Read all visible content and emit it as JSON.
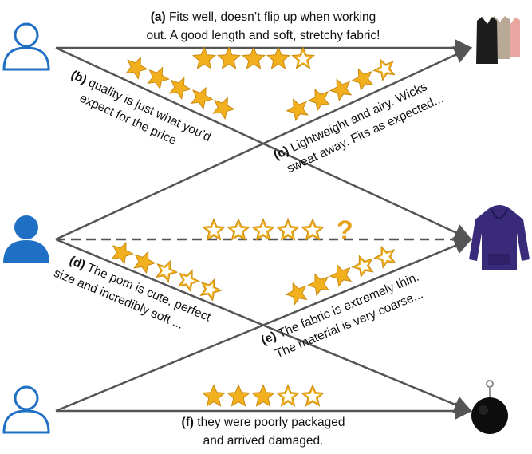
{
  "users": [
    {
      "id": "user-top",
      "style": "outline",
      "color": "#1f6fc4"
    },
    {
      "id": "user-middle",
      "style": "filled",
      "color": "#1f6fc4"
    },
    {
      "id": "user-bottom",
      "style": "outline",
      "color": "#1f6fc4"
    }
  ],
  "items": [
    {
      "id": "item-tank-tops",
      "icon": "tank-tops-product-icon"
    },
    {
      "id": "item-hoodie",
      "icon": "purple-hoodie-product-icon",
      "color": "#3a2a7a"
    },
    {
      "id": "item-pompom",
      "icon": "pompom-keychain-product-icon",
      "color": "#111111"
    }
  ],
  "reviews": [
    {
      "label": "(a)",
      "line1": " Fits well, doesn’t flip up when working",
      "line2": "out. A good length and soft, stretchy fabric!",
      "rating": 4,
      "max": 5
    },
    {
      "label": "(b)",
      "line1": " quality is just what you’d",
      "line2": "expect for the price",
      "rating": 5,
      "max": 5
    },
    {
      "label": "(c)",
      "line1": " Lightweight and airy. Wicks",
      "line2": "sweat away. Fits as expected...",
      "rating": 4,
      "max": 5
    },
    {
      "label": "(d)",
      "line1": " The pom is cute, perfect",
      "line2": "size and incredibly soft ...",
      "rating": 2,
      "max": 5
    },
    {
      "label": "(e)",
      "line1": " The fabric is extremely thin.",
      "line2": "The material is very coarse...",
      "rating": 3,
      "max": 5
    },
    {
      "label": "(f)",
      "line1": " they were poorly packaged",
      "line2": "and arrived damaged.",
      "rating": 3,
      "max": 5
    }
  ],
  "query": {
    "rating": 0,
    "max": 5,
    "mark": "?"
  },
  "colors": {
    "star_fill": "#f2b01e",
    "star_stroke": "#c98a10",
    "edge": "#555555",
    "question": "#e5a21c"
  }
}
